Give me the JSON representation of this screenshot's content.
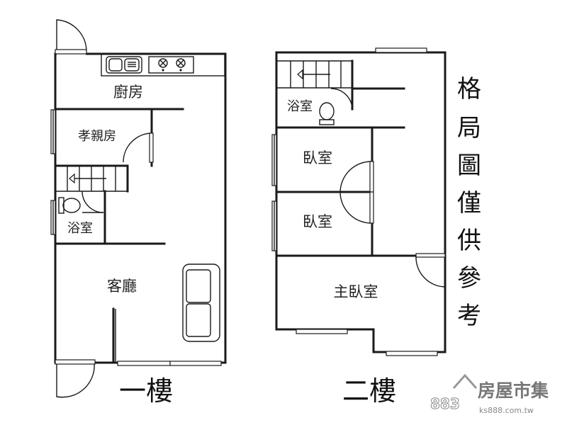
{
  "floor1": {
    "name": "一樓",
    "rooms": {
      "kitchen": "廚房",
      "parents_room": "孝親房",
      "bath": "浴室",
      "living": "客廳"
    }
  },
  "floor2": {
    "name": "二樓",
    "rooms": {
      "bath": "浴室",
      "bedroom1": "臥室",
      "bedroom2": "臥室",
      "master": "主臥室"
    }
  },
  "disclaimer": [
    "格",
    "局",
    "圖",
    "僅",
    "供",
    "參",
    "考"
  ],
  "watermark": {
    "number": "883",
    "brand": "房屋市集",
    "site": "ks888.com.tw"
  }
}
